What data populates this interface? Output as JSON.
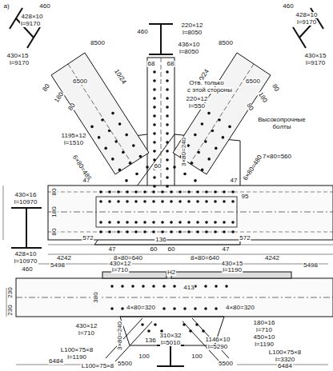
{
  "diagram": {
    "labels": [
      "а)",
      "460",
      "428×10",
      "l=9170",
      "430×15",
      "l=9170",
      "460",
      "436×10",
      "l=8050",
      "220×12",
      "l=8050",
      "460",
      "428×10",
      "l=9170",
      "430×15",
      "l=9170",
      "8500",
      "6500",
      "10/24",
      "8500",
      "6500",
      "10/24",
      "68",
      "68",
      "Отв. только",
      "с этой стороны",
      "220×12",
      "l=550",
      "80",
      "180",
      "80",
      "80",
      "180",
      "80",
      "3×80=240",
      "Высокопрочные",
      "болты",
      "1195×12",
      "l=1510",
      "6×80=480",
      "6×80=480",
      "7×80=560",
      "47",
      "47",
      "60",
      "47",
      "60",
      "60",
      "47",
      "80",
      "180",
      "80",
      "430×16",
      "l=10970",
      "428×10",
      "l=10970",
      "460",
      "95",
      "572",
      "572",
      "4242",
      "4242",
      "8×80=640",
      "8×80=640",
      "136",
      "5498",
      "5498",
      "Н2",
      "430×12",
      "l=710",
      "430×15",
      "l=1190",
      "230",
      "230",
      "380",
      "4×80=320",
      "4×80=320",
      "413",
      "430×12",
      "l=710",
      "3×80=240",
      "180×16",
      "l=710",
      "450×10",
      "l=1190",
      "L100×75×8",
      "l=1190",
      "5500",
      "5500",
      "100",
      "100",
      "310×32",
      "l=5010",
      "1146×10",
      "l=5290",
      "136",
      "L100×75×8",
      "l=3320",
      "6484",
      "6484",
      "L100×75×8"
    ]
  }
}
